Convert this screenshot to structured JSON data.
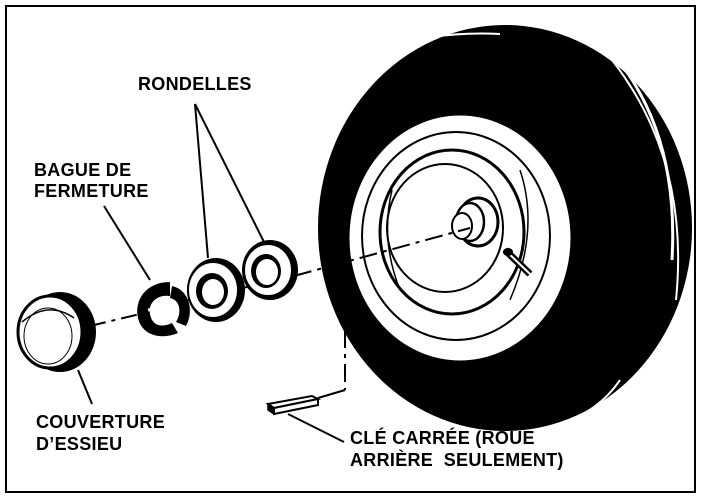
{
  "labels": {
    "washers": "RONDELLES",
    "retaining_ring_line1": "BAGUE DE",
    "retaining_ring_line2": "FERMETURE",
    "axle_cap_line1": "COUVERTURE",
    "axle_cap_line2": "D’ESSIEU",
    "square_key_line1": "CLÉ CARRÉE (ROUE",
    "square_key_line2": "ARRIÈRE  SEULEMENT)"
  },
  "colors": {
    "ink": "#000000",
    "paper": "#ffffff"
  }
}
